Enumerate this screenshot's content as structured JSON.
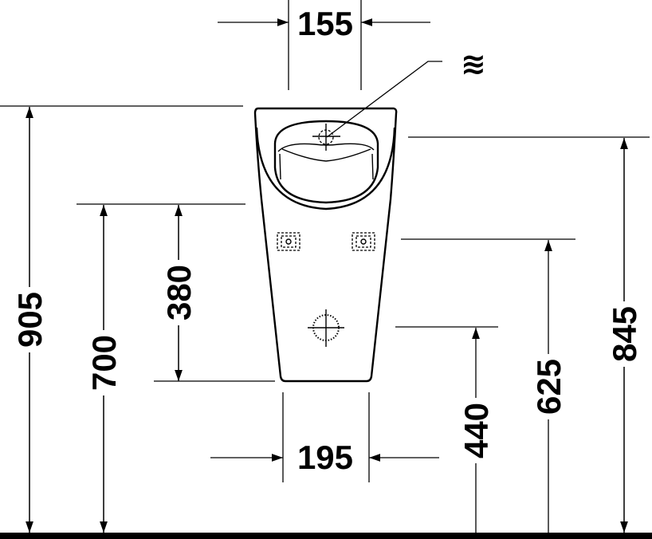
{
  "drawing": {
    "title": "Urinal installation dimensions",
    "water_inlet_symbol": "≋",
    "dimensions": {
      "top_width": "155",
      "bottom_width": "195",
      "total_height": "905",
      "height_700": "700",
      "height_380": "380",
      "height_845": "845",
      "height_625": "625",
      "height_440": "440"
    },
    "colors": {
      "line": "#000000",
      "background": "#ffffff"
    }
  }
}
